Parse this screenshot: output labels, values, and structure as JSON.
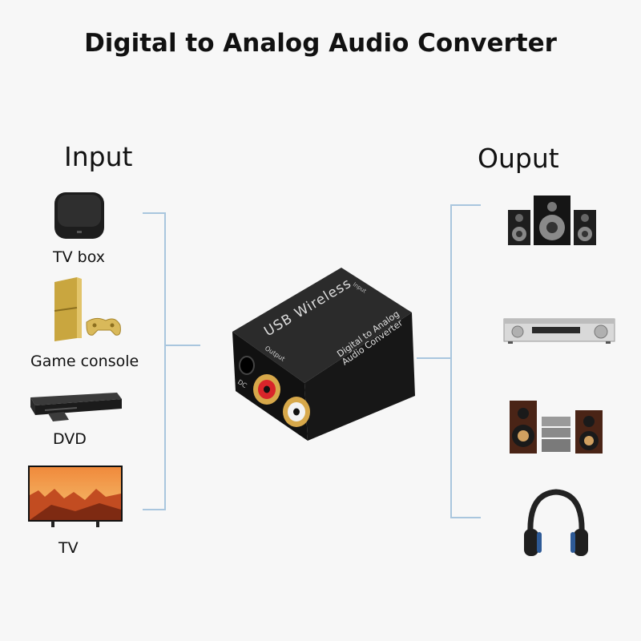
{
  "title": "Digital to Analog Audio Converter",
  "input": {
    "heading": "Input",
    "devices": [
      {
        "label": "TV box",
        "icon": "tv-box-icon"
      },
      {
        "label": "Game console",
        "icon": "game-console-icon"
      },
      {
        "label": "DVD",
        "icon": "dvd-player-icon"
      },
      {
        "label": "TV",
        "icon": "tv-icon"
      }
    ]
  },
  "output": {
    "heading": "Ouput",
    "devices": [
      {
        "icon": "speaker-system-icon"
      },
      {
        "icon": "av-receiver-icon"
      },
      {
        "icon": "hifi-system-icon"
      },
      {
        "icon": "headphones-icon"
      }
    ]
  },
  "converter": {
    "top_text": "USB Wireless",
    "input_text": "Input",
    "side_text_1": "Digital to Analog",
    "side_text_2": "Audio Converter",
    "output_text": "Output",
    "dc_text": "DC"
  },
  "colors": {
    "connector_line": "#a9c6de",
    "converter_body": "#1c1c1c",
    "rca_red": "#d8242a",
    "rca_white": "#f2f2f2",
    "gold": "#d7a84a"
  }
}
